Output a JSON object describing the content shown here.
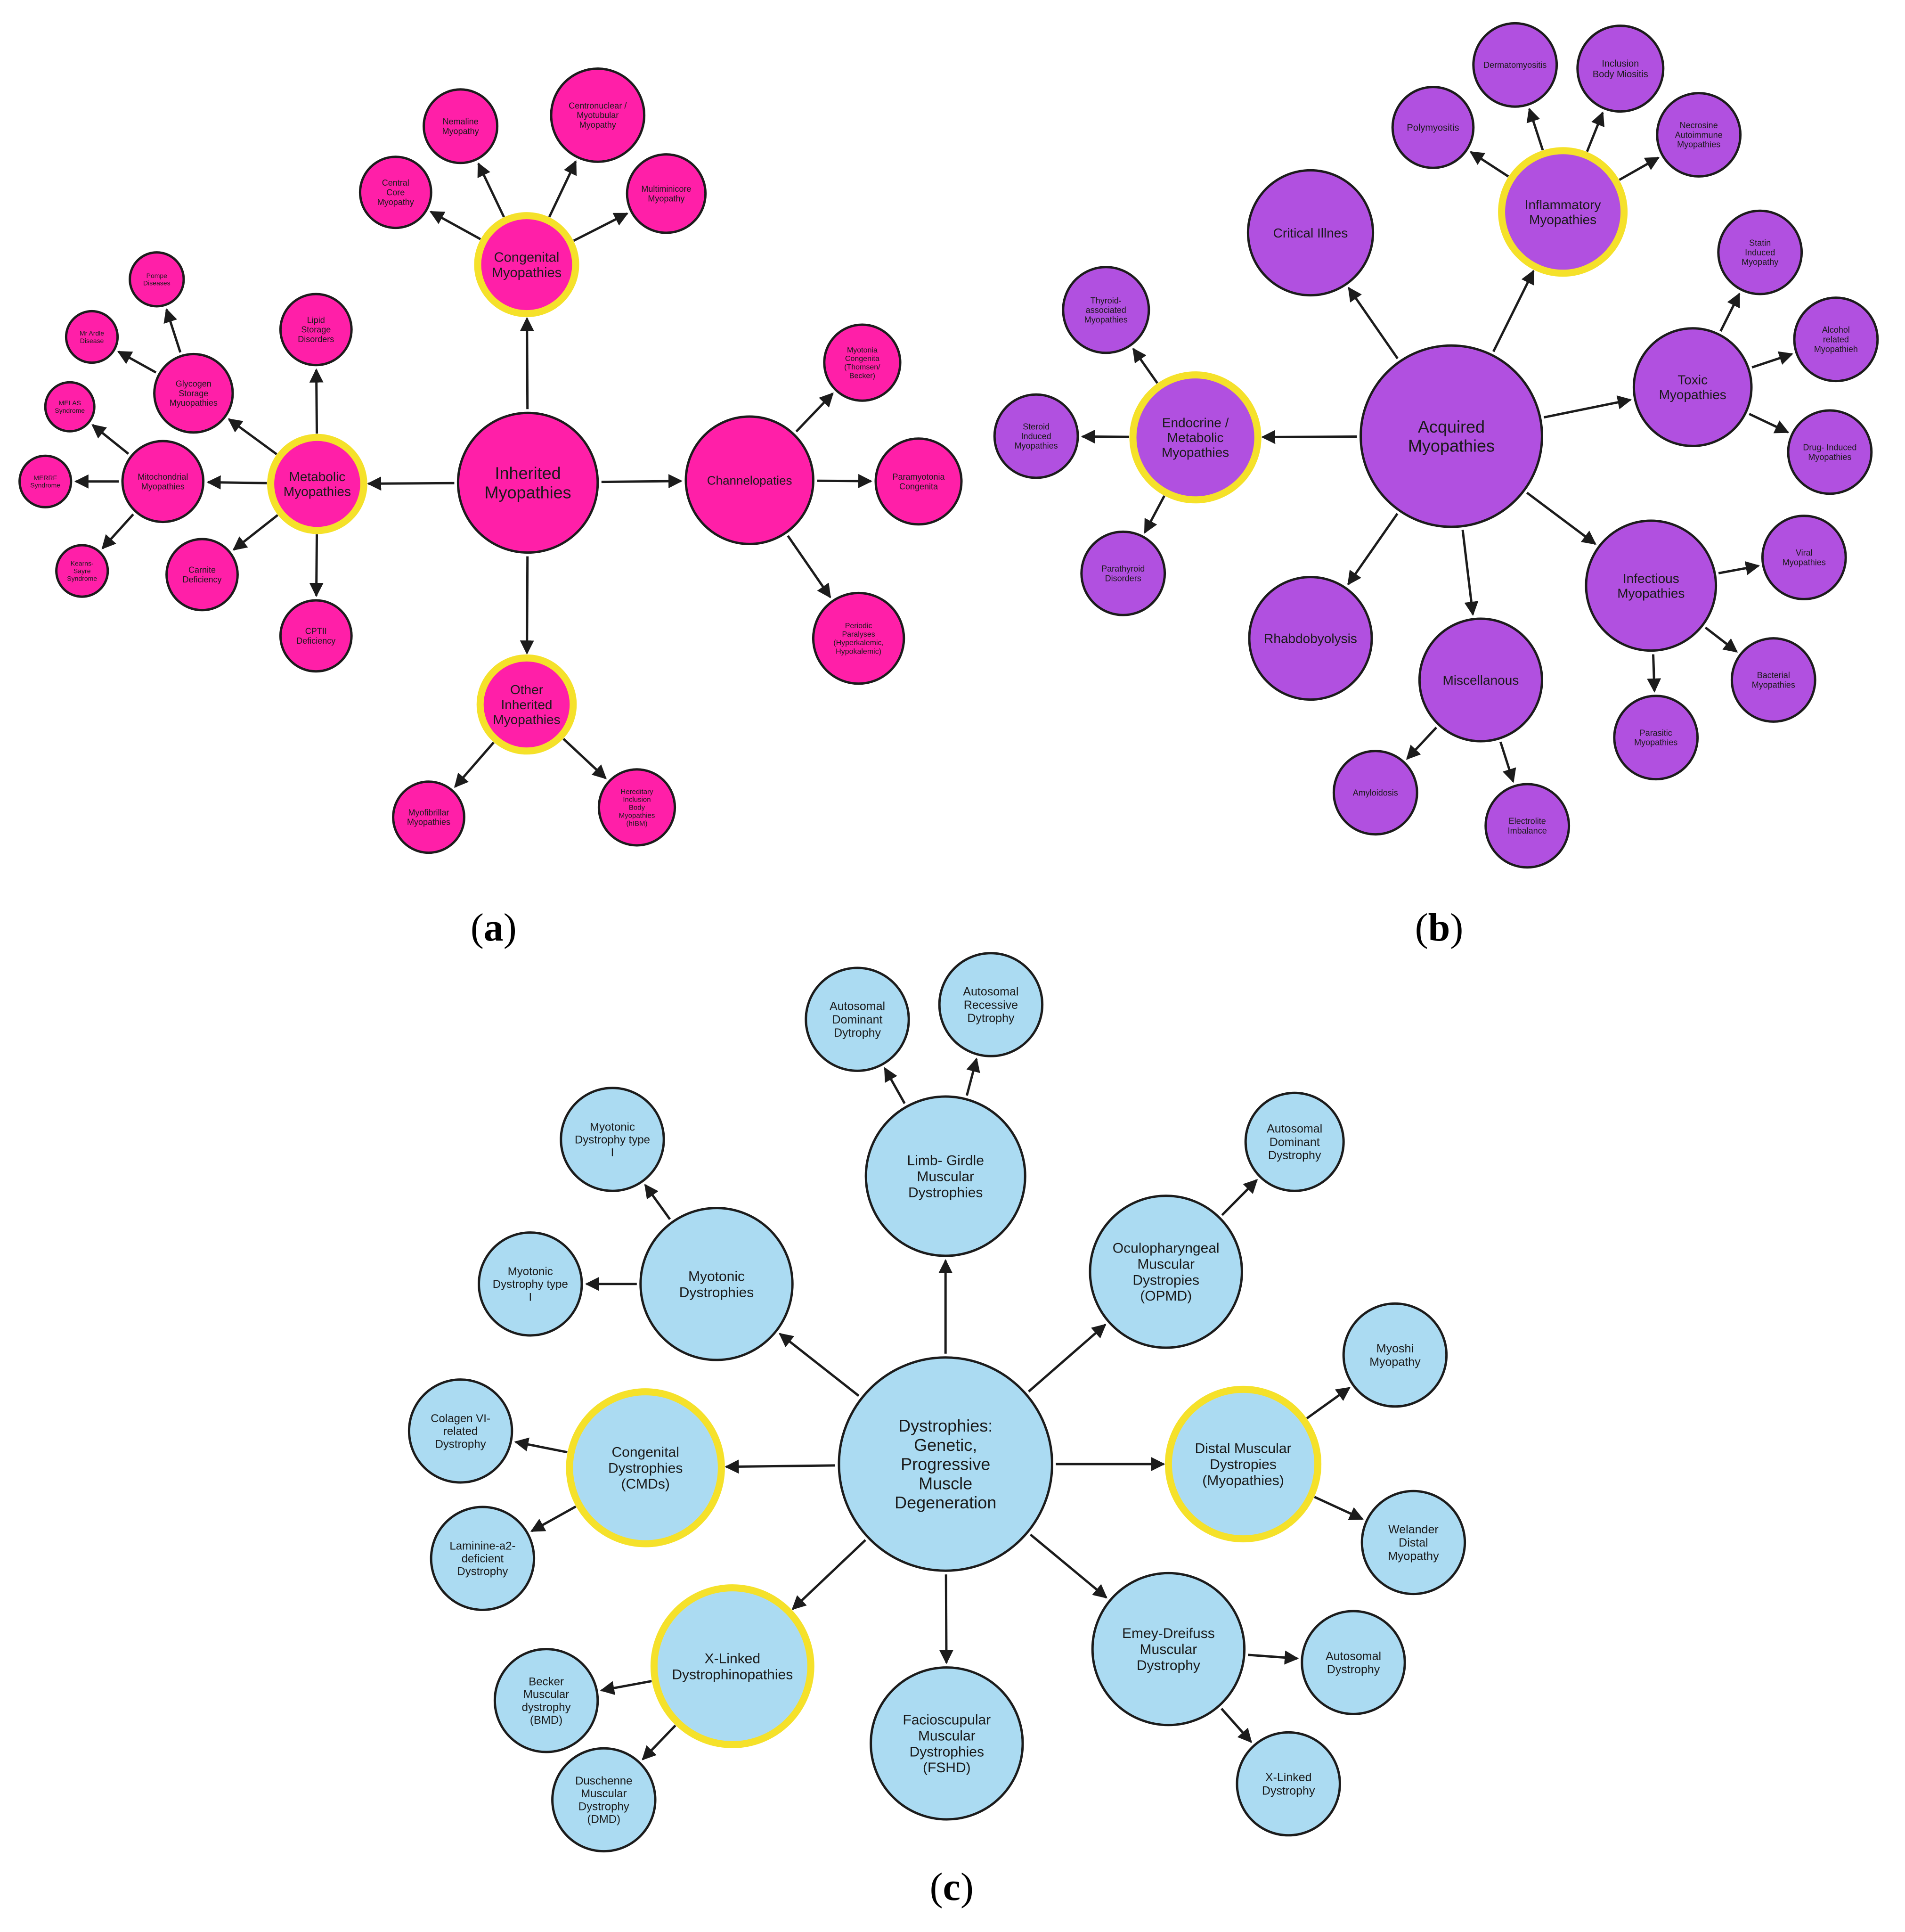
{
  "colors": {
    "a_fill": "#ff1fa8",
    "b_fill": "#b150e0",
    "c_fill": "#abdbf2",
    "highlight": "#f5e12a",
    "stroke": "#1c1c1c",
    "arrow": "#1c1c1c"
  },
  "panels": [
    {
      "id": "a",
      "caption": "a",
      "fill_key": "a_fill",
      "nodes": [
        {
          "id": "inh",
          "lines": [
            "Inherited",
            "Myopathies"
          ]
        },
        {
          "id": "cong",
          "lines": [
            "Congenital",
            "Myopathies"
          ],
          "highlight": true
        },
        {
          "id": "meta",
          "lines": [
            "Metabolic",
            "Myopathies"
          ],
          "highlight": true
        },
        {
          "id": "chan",
          "lines": [
            "Channelopaties"
          ]
        },
        {
          "id": "other",
          "lines": [
            "Other",
            "Inherited",
            "Myopathies"
          ],
          "highlight": true
        },
        {
          "id": "nem",
          "lines": [
            "Nemaline",
            "Myopathy"
          ]
        },
        {
          "id": "cent",
          "lines": [
            "Centronuclear /",
            "Myotubular",
            "Myopathy"
          ]
        },
        {
          "id": "ccore",
          "lines": [
            "Central",
            "Core",
            "Myopathy"
          ]
        },
        {
          "id": "multi",
          "lines": [
            "Multiminicore",
            "Myopathy"
          ]
        },
        {
          "id": "lipid",
          "lines": [
            "Lipid",
            "Storage",
            "Disorders"
          ]
        },
        {
          "id": "glyc",
          "lines": [
            "Glycogen",
            "Storage",
            "Myuopathies"
          ]
        },
        {
          "id": "pompe",
          "lines": [
            "Pompe",
            "Diseases"
          ]
        },
        {
          "id": "mcard",
          "lines": [
            "Mr Ardle",
            "Disease"
          ]
        },
        {
          "id": "melas",
          "lines": [
            "MELAS",
            "Syndrome"
          ]
        },
        {
          "id": "mito",
          "lines": [
            "Mitochondrial",
            "Myopathies"
          ]
        },
        {
          "id": "merrf",
          "lines": [
            "MERRF",
            "Syndrome"
          ]
        },
        {
          "id": "kearns",
          "lines": [
            "Kearns-",
            "Sayre",
            "Syndrome"
          ]
        },
        {
          "id": "carn",
          "lines": [
            "Carnite",
            "Deficiency"
          ]
        },
        {
          "id": "cpt",
          "lines": [
            "CPTII",
            "Deficiency"
          ]
        },
        {
          "id": "myoton",
          "lines": [
            "Myotonia",
            "Congenita",
            "(Thomsen/",
            "Becker)"
          ]
        },
        {
          "id": "paramy",
          "lines": [
            "Paramyotonia",
            "Congenita"
          ]
        },
        {
          "id": "period",
          "lines": [
            "Periodic",
            "Paralyses",
            "(Hyperkalemic,",
            "Hypokalemic)"
          ]
        },
        {
          "id": "myofib",
          "lines": [
            "Myofibrillar",
            "Myopathies"
          ]
        },
        {
          "id": "hibm",
          "lines": [
            "Hereditary",
            "Inclusion",
            "Body",
            "Myopathies",
            "(hIBM)"
          ]
        }
      ]
    },
    {
      "id": "b",
      "caption": "b",
      "fill_key": "b_fill",
      "nodes": [
        {
          "id": "acq",
          "lines": [
            "Acquired",
            "Myopathies"
          ]
        },
        {
          "id": "infl",
          "lines": [
            "Inflammatory",
            "Myopathies"
          ],
          "highlight": true
        },
        {
          "id": "endo",
          "lines": [
            "Endocrine /",
            "Metabolic",
            "Myopathies"
          ],
          "highlight": true
        },
        {
          "id": "toxic",
          "lines": [
            "Toxic",
            "Myopathies"
          ]
        },
        {
          "id": "infec",
          "lines": [
            "Infectious",
            "Myopathies"
          ]
        },
        {
          "id": "misc",
          "lines": [
            "Miscellanous"
          ]
        },
        {
          "id": "rhabdo",
          "lines": [
            "Rhabdobyolysis"
          ]
        },
        {
          "id": "crit",
          "lines": [
            "Critical Illnes"
          ]
        },
        {
          "id": "poly",
          "lines": [
            "Polymyositis"
          ]
        },
        {
          "id": "derm",
          "lines": [
            "Dermatomyositis"
          ]
        },
        {
          "id": "ibm",
          "lines": [
            "Inclusion",
            "Body Miositis"
          ]
        },
        {
          "id": "necro",
          "lines": [
            "Necrosine",
            "Autoimmune",
            "Myopathies"
          ]
        },
        {
          "id": "statin",
          "lines": [
            "Statin",
            "Induced",
            "Myopathy"
          ]
        },
        {
          "id": "alcohol",
          "lines": [
            "Alcohol",
            "related",
            "Myopathieh"
          ]
        },
        {
          "id": "drug",
          "lines": [
            "Drug- Induced",
            "Myopathies"
          ]
        },
        {
          "id": "viral",
          "lines": [
            "Viral",
            "Myopathies"
          ]
        },
        {
          "id": "bact",
          "lines": [
            "Bacterial",
            "Myopathies"
          ]
        },
        {
          "id": "paras",
          "lines": [
            "Parasitic",
            "Myopathies"
          ]
        },
        {
          "id": "amyl",
          "lines": [
            "Amyloidosis"
          ]
        },
        {
          "id": "elec",
          "lines": [
            "Electrolite",
            "Imbalance"
          ]
        },
        {
          "id": "thyr",
          "lines": [
            "Thyroid-",
            "associated",
            "Myopathies"
          ]
        },
        {
          "id": "steroid",
          "lines": [
            "Steroid",
            "Induced",
            "Myopathies"
          ]
        },
        {
          "id": "parath",
          "lines": [
            "Parathyroid",
            "Disorders"
          ]
        }
      ]
    },
    {
      "id": "c",
      "caption": "c",
      "fill_key": "c_fill",
      "nodes": [
        {
          "id": "dys",
          "lines": [
            "Dystrophies:",
            "Genetic,",
            "Progressive",
            "Muscle",
            "Degeneration"
          ]
        },
        {
          "id": "limb",
          "lines": [
            "Limb- Girdle",
            "Muscular",
            "Dystrophies"
          ]
        },
        {
          "id": "ocul",
          "lines": [
            "Oculopharyngeal",
            "Muscular",
            "Dystropies",
            "(OPMD)"
          ]
        },
        {
          "id": "distal",
          "lines": [
            "Distal Muscular",
            "Dystropies",
            "(Myopathies)"
          ],
          "highlight": true
        },
        {
          "id": "emery",
          "lines": [
            "Emey-Dreifuss",
            "Muscular",
            "Dystrophy"
          ]
        },
        {
          "id": "facio",
          "lines": [
            "Facioscupular",
            "Muscular",
            "Dystrophies",
            "(FSHD)"
          ]
        },
        {
          "id": "xlinked",
          "lines": [
            "X-Linked",
            "Dystrophinopathies"
          ],
          "highlight": true
        },
        {
          "id": "cmd",
          "lines": [
            "Congenital",
            "Dystrophies",
            "(CMDs)"
          ],
          "highlight": true
        },
        {
          "id": "myot",
          "lines": [
            "Myotonic",
            "Dystrophies"
          ]
        },
        {
          "id": "ad1",
          "lines": [
            "Autosomal",
            "Dominant",
            "Dytrophy"
          ]
        },
        {
          "id": "ar1",
          "lines": [
            "Autosomal",
            "Recessive",
            "Dytrophy"
          ]
        },
        {
          "id": "ad2",
          "lines": [
            "Autosomal",
            "Dominant",
            "Dystrophy"
          ]
        },
        {
          "id": "myoshi",
          "lines": [
            "Myoshi",
            "Myopathy"
          ]
        },
        {
          "id": "welander",
          "lines": [
            "Welander",
            "Distal",
            "Myopathy"
          ]
        },
        {
          "id": "autosomal",
          "lines": [
            "Autosomal",
            "Dystrophy"
          ]
        },
        {
          "id": "xld",
          "lines": [
            "X-Linked",
            "Dystrophy"
          ]
        },
        {
          "id": "becker",
          "lines": [
            "Becker",
            "Muscular",
            "dystrophy",
            "(BMD)"
          ]
        },
        {
          "id": "dmd",
          "lines": [
            "Duschenne",
            "Muscular",
            "Dystrophy",
            "(DMD)"
          ]
        },
        {
          "id": "colagen",
          "lines": [
            "Colagen VI-",
            "related",
            "Dystrophy"
          ]
        },
        {
          "id": "laminine",
          "lines": [
            "Laminine-a2-",
            "deficient",
            "Dystrophy"
          ]
        },
        {
          "id": "mdt1a",
          "lines": [
            "Myotonic",
            "Dystrophy type",
            "I"
          ]
        },
        {
          "id": "mdt1b",
          "lines": [
            "Myotonic",
            "Dystrophy type",
            "I"
          ]
        }
      ]
    }
  ]
}
